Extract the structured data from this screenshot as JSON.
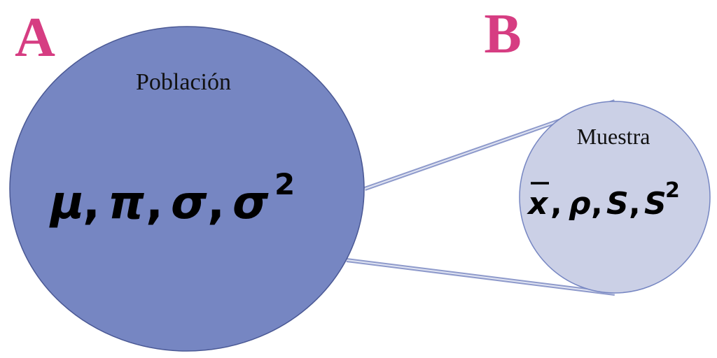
{
  "labels": {
    "panel_a": "A",
    "panel_b": "B"
  },
  "population": {
    "title": "Población",
    "parameters": [
      {
        "symbol": "μ",
        "superscript": ""
      },
      {
        "symbol": "π",
        "superscript": ""
      },
      {
        "symbol": "σ",
        "superscript": ""
      },
      {
        "symbol": "σ",
        "superscript": "2"
      }
    ],
    "separator": ","
  },
  "sample": {
    "title": "Muestra",
    "statistics": [
      {
        "symbol": "x",
        "overline": true,
        "superscript": ""
      },
      {
        "symbol": "ρ",
        "superscript": ""
      },
      {
        "symbol": "S",
        "superscript": ""
      },
      {
        "symbol": "S",
        "superscript": "2"
      }
    ],
    "separator": ","
  },
  "colors": {
    "panel_label": "#d63d82",
    "population_fill": "#7686c2",
    "population_stroke": "#4a5894",
    "sample_fill": "#cbd0e6",
    "sample_stroke": "#7686c2",
    "connector_outer": "#8e9acb",
    "connector_inner": "#dfe3f2"
  }
}
